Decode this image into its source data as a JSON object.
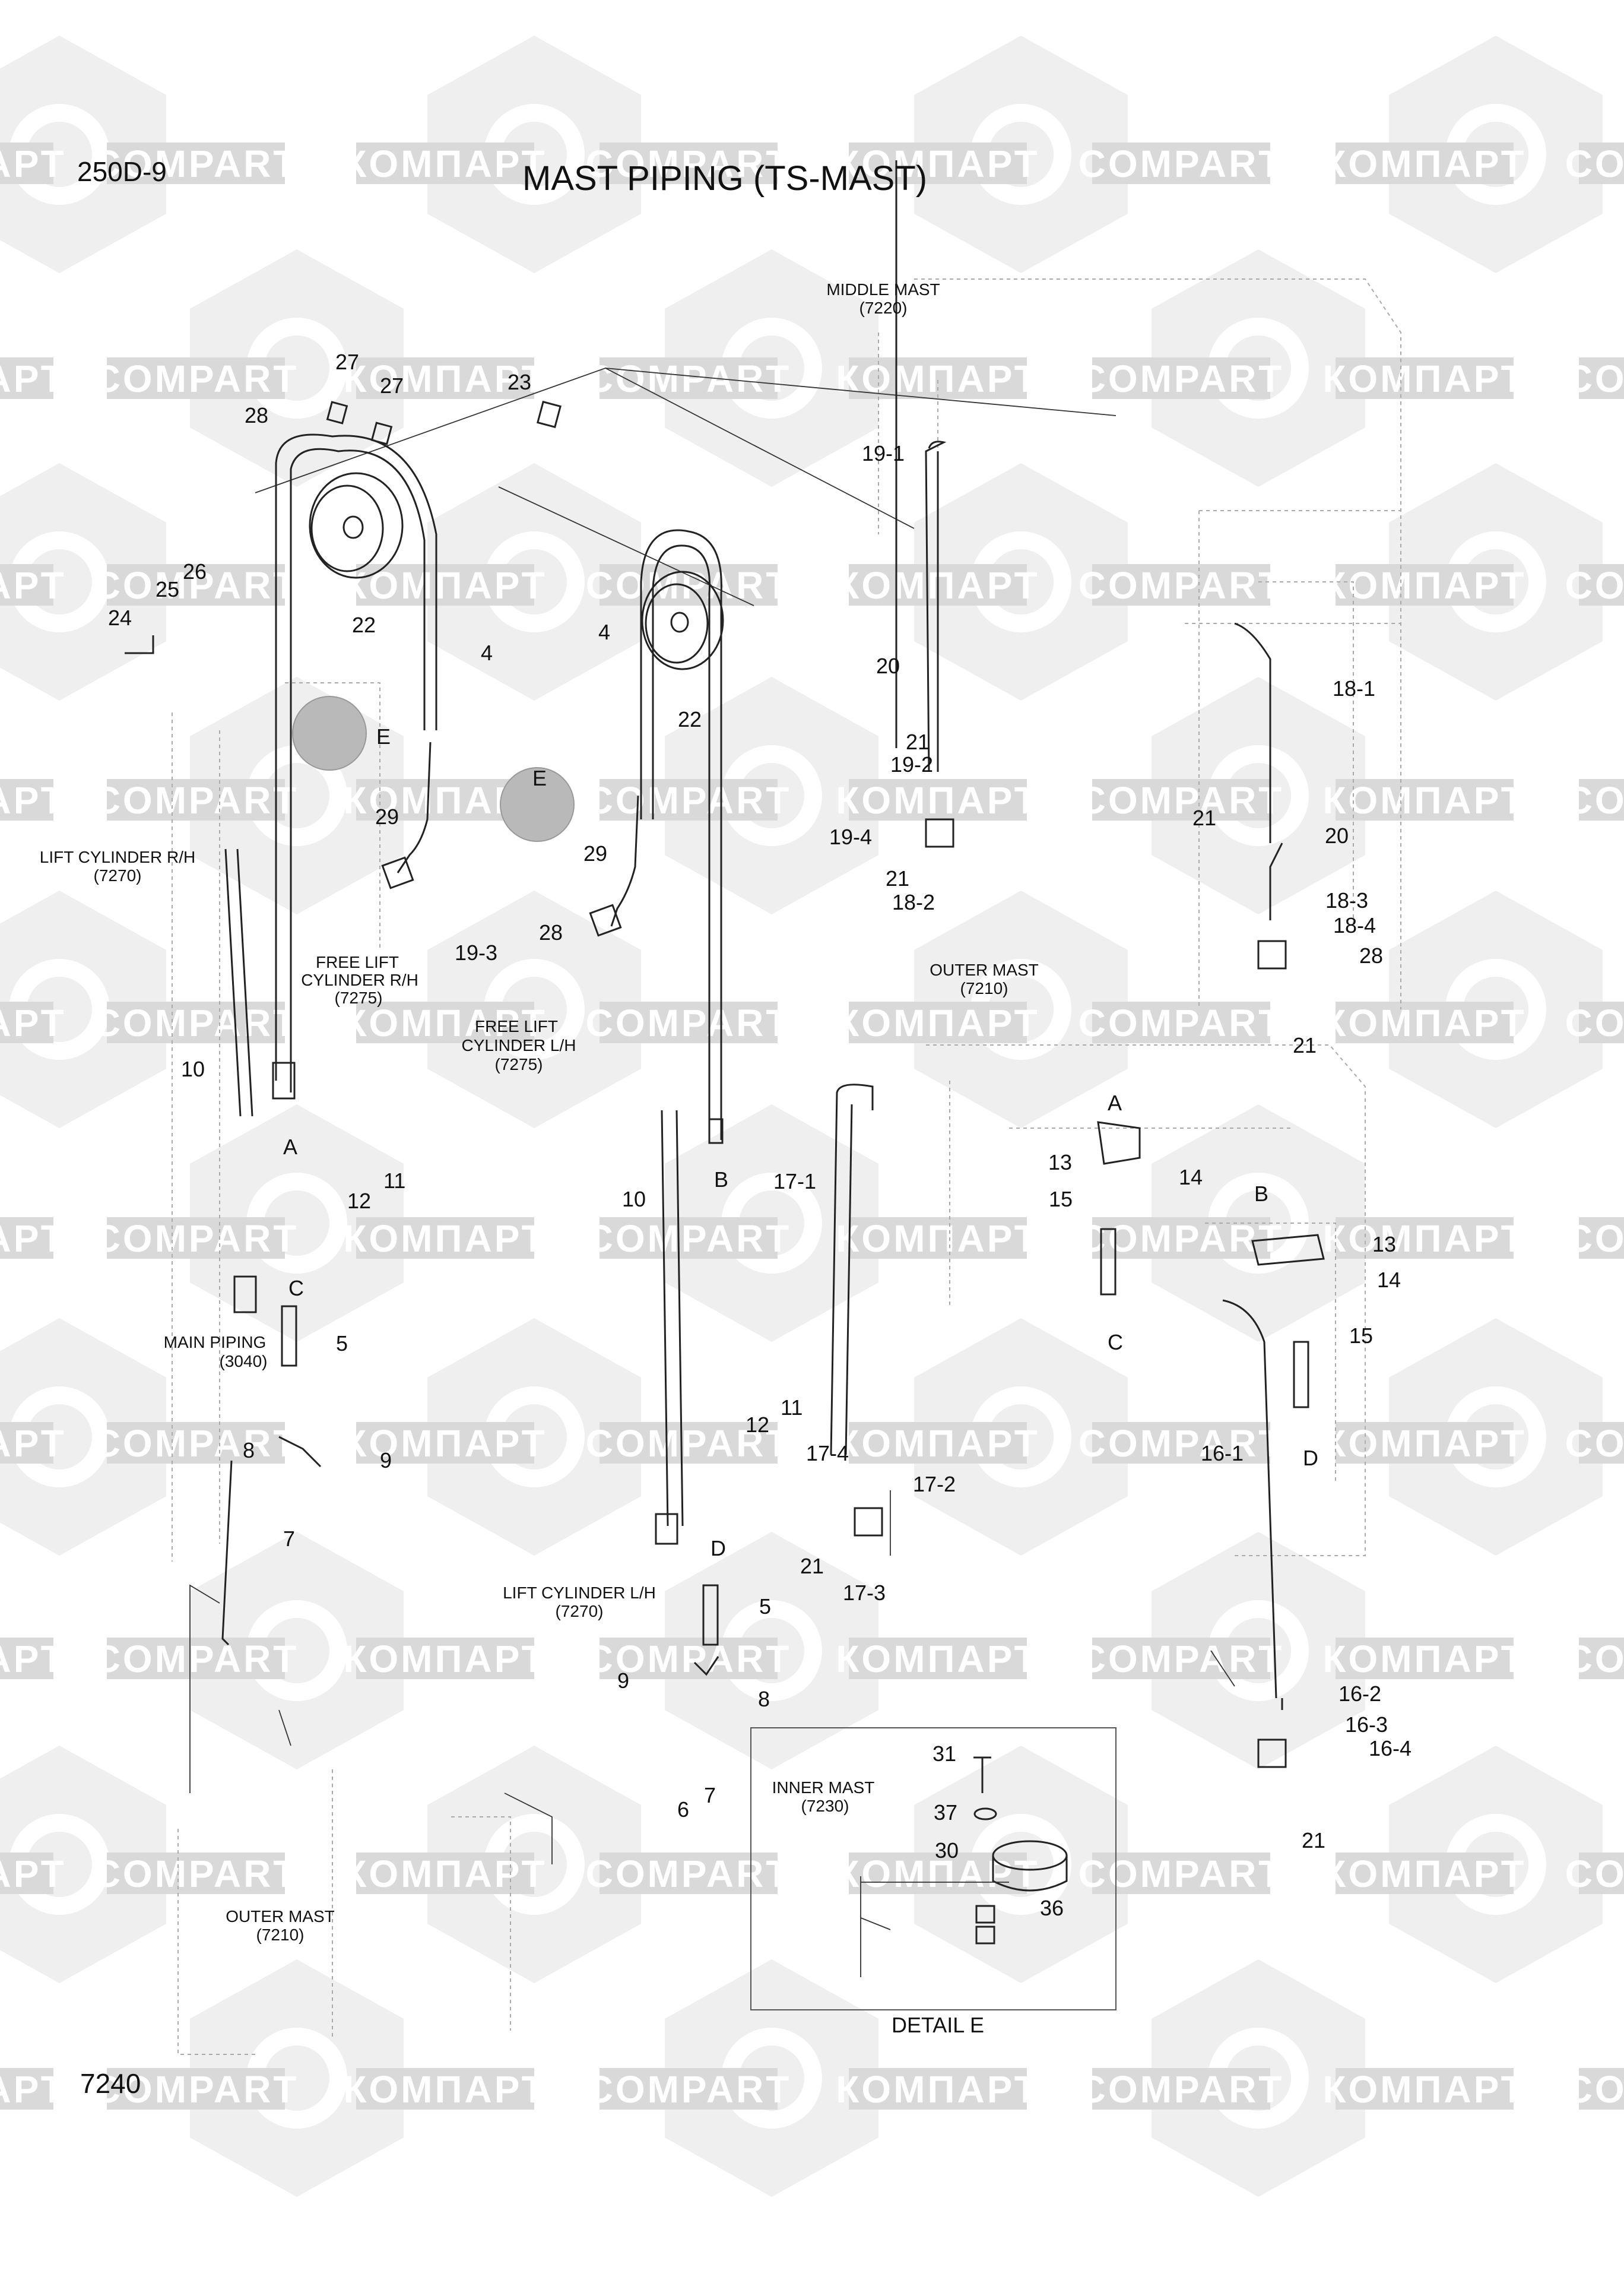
{
  "header": {
    "model_code": "250D-9",
    "title": "MAST PIPING (TS-MAST)"
  },
  "footer": {
    "page_code": "7240",
    "detail_label": "DETAIL E"
  },
  "watermarks": {
    "latin": "COMPART",
    "cyrillic": "КОМПАРТ",
    "color": "#d9d9d9"
  },
  "captions": {
    "middle_mast": [
      "MIDDLE MAST",
      "(7220)"
    ],
    "lift_cyl_rh": [
      "LIFT CYLINDER R/H",
      "(7270)"
    ],
    "free_lift_rh": [
      "FREE LIFT",
      "CYLINDER R/H",
      "(7275)"
    ],
    "free_lift_lh": [
      "FREE LIFT",
      "CYLINDER L/H",
      "(7275)"
    ],
    "outer_mast_1": [
      "OUTER MAST",
      "(7210)"
    ],
    "main_piping": [
      "MAIN PIPING",
      "(3040)"
    ],
    "lift_cyl_lh": [
      "LIFT CYLINDER L/H",
      "(7270)"
    ],
    "inner_mast": [
      "INNER MAST",
      "(7230)"
    ],
    "outer_mast_2": [
      "OUTER MAST",
      "(7210)"
    ]
  },
  "callouts": [
    "27",
    "27",
    "23",
    "28",
    "19-1",
    "26",
    "25",
    "24",
    "22",
    "4",
    "4",
    "22",
    "20",
    "21",
    "18-1",
    "E",
    "19-2",
    "E",
    "29",
    "19-4",
    "21",
    "21",
    "20",
    "29",
    "28",
    "19-3",
    "18-2",
    "18-3",
    "18-4",
    "28",
    "21",
    "10",
    "A",
    "11",
    "12",
    "B",
    "A",
    "13",
    "14",
    "15",
    "10",
    "B",
    "13",
    "14",
    "15",
    "17-1",
    "C",
    "C",
    "5",
    "11",
    "12",
    "8",
    "9",
    "7",
    "17-4",
    "17-2",
    "16-1",
    "D",
    "21",
    "17-3",
    "D",
    "5",
    "9",
    "8",
    "16-2",
    "16-3",
    "16-4",
    "31",
    "6",
    "7",
    "37",
    "30",
    "21",
    "36"
  ]
}
